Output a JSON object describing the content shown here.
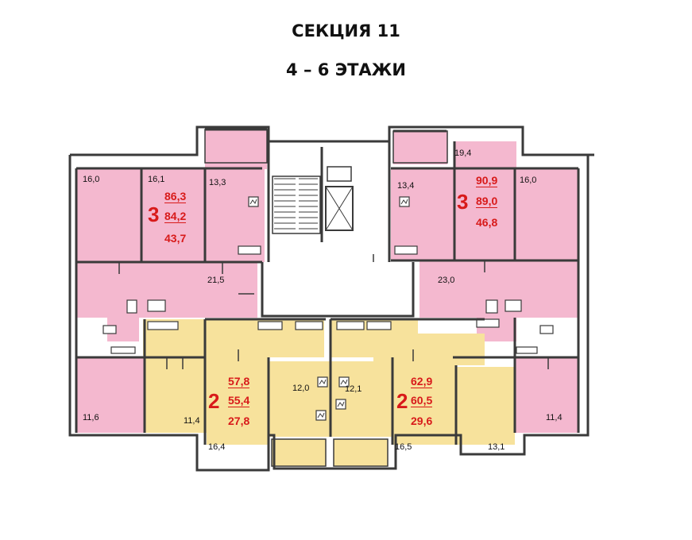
{
  "header": {
    "title": "СЕКЦИЯ 11",
    "subtitle": "4 – 6 ЭТАЖИ"
  },
  "colors": {
    "three_room": "#f4b8cf",
    "two_room": "#f7e29c",
    "wall": "#3a3a3a",
    "label": "#d81a1a"
  },
  "rooms": {
    "r160l": "16,0",
    "r161": "16,1",
    "r133": "13,3",
    "r134": "13,4",
    "r194": "19,4",
    "r160r": "16,0",
    "r215": "21,5",
    "r230": "23,0",
    "r116": "11,6",
    "r114l": "11,4",
    "r120": "12,0",
    "r121": "12,1",
    "r114r": "11,4",
    "r164": "16,4",
    "r165": "16,5",
    "r131": "13,1"
  },
  "apartments": [
    {
      "rooms": "3",
      "total": "86,3",
      "useful": "84,2",
      "living": "43,7"
    },
    {
      "rooms": "3",
      "total": "90,9",
      "useful": "89,0",
      "living": "46,8"
    },
    {
      "rooms": "2",
      "total": "57,8",
      "useful": "55,4",
      "living": "27,8"
    },
    {
      "rooms": "2",
      "total": "62,9",
      "useful": "60,5",
      "living": "29,6"
    }
  ]
}
